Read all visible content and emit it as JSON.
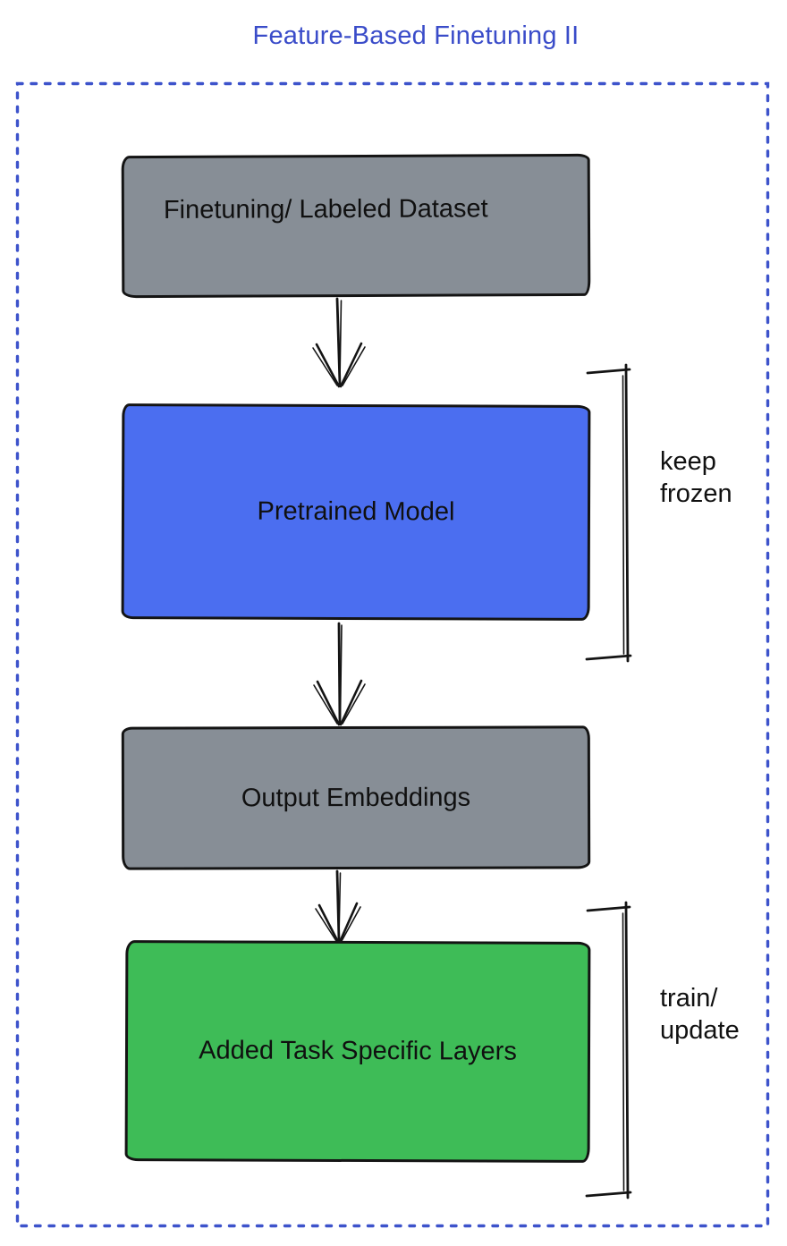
{
  "title": "Feature-Based Finetuning II",
  "colors": {
    "title_blue": "#3a4cc9",
    "frame_blue": "#3d53cb",
    "node_gray": "#878e96",
    "node_blue": "#4b6ef0",
    "node_green": "#3ebc57",
    "ink": "#141414"
  },
  "nodes": {
    "dataset": {
      "label": "Finetuning/ Labeled Dataset",
      "fill": "#878e96"
    },
    "pretrained": {
      "label": "Pretrained Model",
      "fill": "#4b6ef0"
    },
    "embeddings": {
      "label": "Output Embeddings",
      "fill": "#878e96"
    },
    "task_layers": {
      "label": "Added Task Specific Layers",
      "fill": "#3ebc57"
    }
  },
  "annotations": {
    "keep_frozen": "keep\nfrozen",
    "train_update": "train/\nupdate"
  }
}
